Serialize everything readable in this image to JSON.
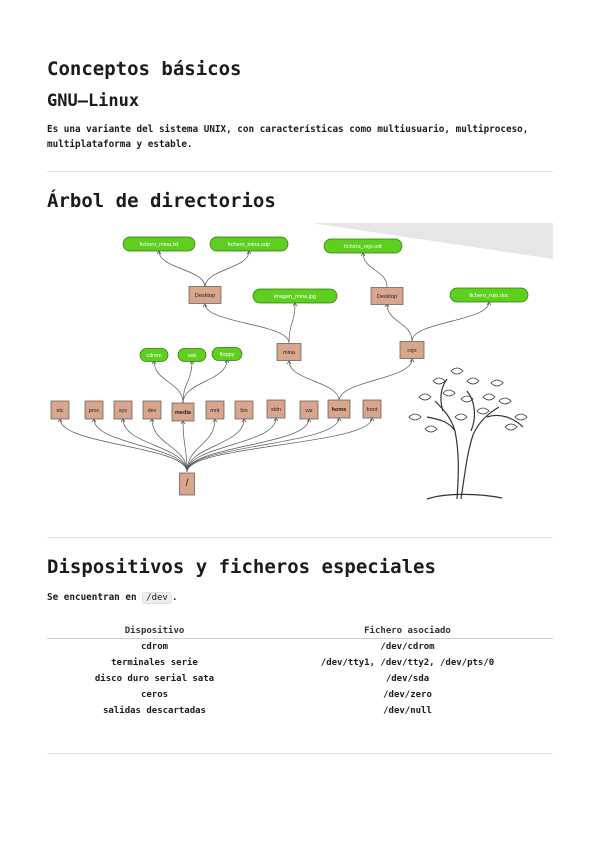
{
  "title": "Conceptos básicos",
  "section1": {
    "heading": "GNU–Linux",
    "text": "Es una variante del sistema UNIX, con características como multiusuario, multiproceso, multiplataforma y estable."
  },
  "section2": {
    "heading": "Árbol de directorios",
    "diagram": {
      "root": "/",
      "level1": [
        "etc",
        "proc",
        "sys",
        "dev",
        "media",
        "mnt",
        "bin",
        "sbin",
        "var",
        "home",
        "boot"
      ],
      "media_children": [
        "cdrom",
        "usb",
        "floppy"
      ],
      "home_children": [
        "mina",
        "rojo"
      ],
      "mina_children": [
        "Desktop",
        "imagen_mina.jpg"
      ],
      "rojo_children": [
        "Desktop",
        "fichero_rojo.doc"
      ],
      "mina_desktop_children": [
        "fichero_mina.txt",
        "fichero_mina.odp"
      ],
      "rojo_desktop_children": [
        "fichero_rojo.odt"
      ]
    }
  },
  "section3": {
    "heading": "Dispositivos y ficheros especiales",
    "intro_prefix": "Se encuentran en",
    "intro_code": "/dev",
    "intro_suffix": ".",
    "table": {
      "headers": [
        "Dispositivo",
        "Fichero asociado"
      ],
      "rows": [
        [
          "cdrom",
          "/dev/cdrom"
        ],
        [
          "terminales serie",
          "/dev/tty1, /dev/tty2, /dev/pts/0"
        ],
        [
          "disco duro serial sata",
          "/dev/sda"
        ],
        [
          "ceros",
          "/dev/zero"
        ],
        [
          "salidas descartadas",
          "/dev/null"
        ]
      ]
    }
  },
  "colors": {
    "folder": "#d8a68d",
    "file": "#5fcf1f",
    "rule": "#e2e2e2"
  }
}
